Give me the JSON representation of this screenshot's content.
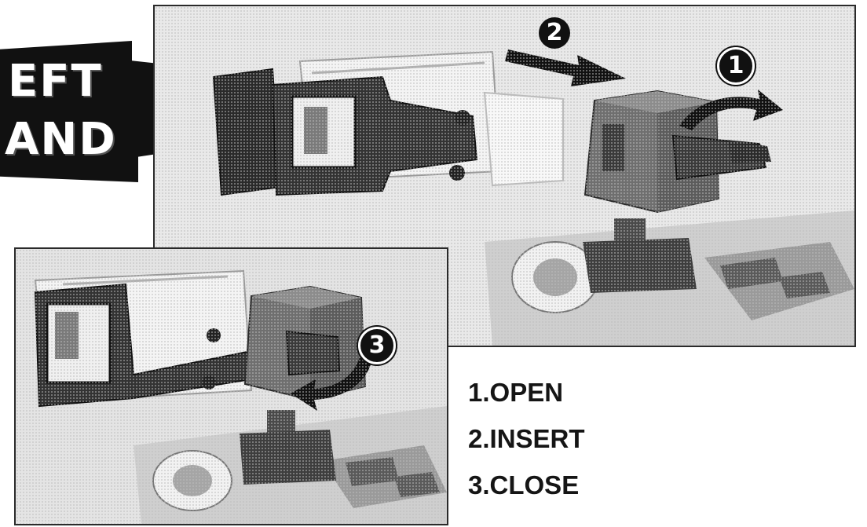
{
  "banner": {
    "line1": "EFT",
    "line2": "AND"
  },
  "steps": [
    {
      "label": "1.OPEN"
    },
    {
      "label": "2.INSERT"
    },
    {
      "label": "3.CLOSE"
    }
  ],
  "markers": {
    "top_step_1": "1",
    "top_step_2": "2",
    "bottom_step_3": "3"
  },
  "icons": {
    "arrow_insert": "right-arrow-icon",
    "arrow_open": "curved-arrow-icon",
    "arrow_close": "curved-arrow-icon"
  }
}
